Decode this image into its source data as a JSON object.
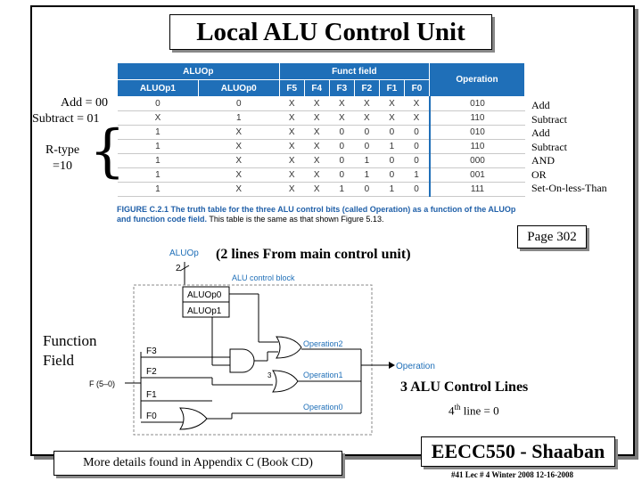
{
  "title": "Local ALU Control Unit",
  "table": {
    "group_headers": [
      "ALUOp",
      "Funct field",
      "Operation"
    ],
    "columns": [
      "ALUOp1",
      "ALUOp0",
      "F5",
      "F4",
      "F3",
      "F2",
      "F1",
      "F0"
    ],
    "rows": [
      [
        "0",
        "0",
        "X",
        "X",
        "X",
        "X",
        "X",
        "X",
        "010"
      ],
      [
        "X",
        "1",
        "X",
        "X",
        "X",
        "X",
        "X",
        "X",
        "110"
      ],
      [
        "1",
        "X",
        "X",
        "X",
        "0",
        "0",
        "0",
        "0",
        "010"
      ],
      [
        "1",
        "X",
        "X",
        "X",
        "0",
        "0",
        "1",
        "0",
        "110"
      ],
      [
        "1",
        "X",
        "X",
        "X",
        "0",
        "1",
        "0",
        "0",
        "000"
      ],
      [
        "1",
        "X",
        "X",
        "X",
        "0",
        "1",
        "0",
        "1",
        "001"
      ],
      [
        "1",
        "X",
        "X",
        "X",
        "1",
        "0",
        "1",
        "0",
        "111"
      ]
    ]
  },
  "left_labels": {
    "add": "Add = 00",
    "subtract": "Subtract = 01",
    "rtype_line1": "R-type",
    "rtype_line2": "=10"
  },
  "operations": [
    "Add",
    "Subtract",
    "Add",
    "Subtract",
    "AND",
    "OR",
    "Set-On-less-Than"
  ],
  "caption": {
    "figure": "FIGURE C.2.1",
    "text_bold": "The truth table for the three ALU control bits (called Operation) as a function of the ALUOp and function code field.",
    "text_plain": "This table is the same as that shown Figure 5.13."
  },
  "page_ref": "Page 302",
  "main_control_note": "(2 lines From main control unit)",
  "diagram": {
    "aluop_label": "ALUOp",
    "aluop_width": "2",
    "block_label": "ALU control block",
    "aluop0": "ALUOp0",
    "aluop1": "ALUOp1",
    "inputs": [
      "F3",
      "F2",
      "F1",
      "F0"
    ],
    "f_bus": "F (5–0)",
    "outputs": [
      "Operation2",
      "Operation1",
      "Operation0"
    ],
    "operation": "Operation",
    "op_width": "3"
  },
  "function_field": [
    "Function",
    "Field"
  ],
  "alu_lines": "3 ALU Control Lines",
  "fourth_line": {
    "base": "4",
    "sup": "th",
    "rest": " line = 0"
  },
  "bottom_note": "More details found in Appendix C (Book CD)",
  "course": "EECC550 - Shaaban",
  "footer": "#41   Lec # 4   Winter 2008   12-16-2008"
}
